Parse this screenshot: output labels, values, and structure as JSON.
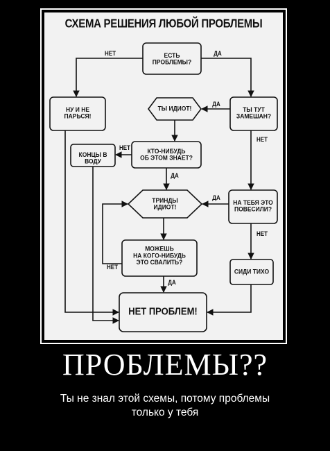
{
  "poster": {
    "title": "СХЕМА РЕШЕНИЯ ЛЮБОЙ ПРОБЛЕМЫ",
    "nodes": {
      "has_problems": "ЕСТЬ\nПРОБЛЕМЫ?",
      "dont_worry": "НУ И НЕ\nПАРЬСЯ!",
      "you_idiot": "ТЫ ИДИОТ!",
      "involved": "ТЫ ТУТ\nЗАМЕШАН?",
      "hide_it": "КОНЦЫ В ВОДУ",
      "anyone_knows": "КТО-НИБУДЬ\nОБ ЭТОМ ЗНАЕТ?",
      "trouble": "ТРИНДЫ\nИДИОТ!",
      "blamed": "НА ТЕБЯ ЭТО\nПОВЕСИЛИ?",
      "shift_blame": "МОЖЕШЬ\nНА КОГО-НИБУДЬ\nЭТО СВАЛИТЬ?",
      "sit_quiet": "СИДИ ТИХО",
      "no_problems": "НЕТ ПРОБЛЕМ!"
    },
    "edge_labels": {
      "no_top": "НЕТ",
      "yes_top": "ДА",
      "yes_involved": "ДА",
      "no_involved": "НЕТ",
      "no_knows": "НЕТ",
      "yes_knows": "ДА",
      "yes_blamed": "ДА",
      "no_blamed": "НЕТ",
      "no_shift": "НЕТ",
      "yes_shift": "ДА"
    }
  },
  "caption": {
    "title": "ПРОБЛЕМЫ??",
    "subtitle": "Ты не знал этой схемы, потому проблемы\nтолько у тебя"
  },
  "colors": {
    "background": "#000000",
    "poster": "#f2f2f2",
    "ink": "#111111",
    "caption": "#ffffff"
  }
}
